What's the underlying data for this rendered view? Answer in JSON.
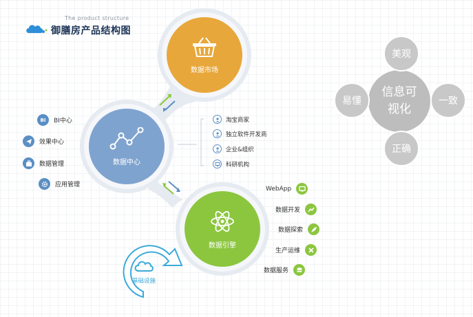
{
  "logo": {
    "subtitle": "The product structure",
    "title": "御膳房产品结构图"
  },
  "nodes": {
    "market": "数据市场",
    "center": "数据中心",
    "engine": "数据引擎",
    "infra": "基础设施"
  },
  "left_items": [
    {
      "label": "BI中心",
      "badge": "BI",
      "icon": "bi-badge-icon"
    },
    {
      "label": "效果中心",
      "icon": "paper-plane-icon"
    },
    {
      "label": "数据管理",
      "icon": "briefcase-icon"
    },
    {
      "label": "应用管理",
      "icon": "gear-icon"
    }
  ],
  "middle_items": [
    {
      "label": "淘宝商家",
      "icon": "headset-user-icon"
    },
    {
      "label": "独立软件开发商",
      "icon": "user-icon"
    },
    {
      "label": "企业&组织",
      "icon": "user-icon"
    },
    {
      "label": "科研机构",
      "icon": "monitor-icon"
    }
  ],
  "right_items": [
    {
      "label": "WebApp",
      "icon": "monitor-icon"
    },
    {
      "label": "数据开发",
      "icon": "line-chart-icon"
    },
    {
      "label": "数据探索",
      "icon": "rocket-icon"
    },
    {
      "label": "生产运维",
      "icon": "tools-icon"
    },
    {
      "label": "数据服务",
      "icon": "database-icon"
    }
  ],
  "info_diagram": {
    "center": "信息可视化",
    "center_line1": "信息可",
    "center_line2": "视化",
    "top": "美观",
    "left": "易懂",
    "right": "一致",
    "bottom": "正确"
  },
  "colors": {
    "market": "#e8a73a",
    "center": "#7fa3cf",
    "engine": "#8cc63f",
    "infra_border": "#3aaad8",
    "grey": "#c8c8c8",
    "grey_center": "#bdbdbd"
  }
}
